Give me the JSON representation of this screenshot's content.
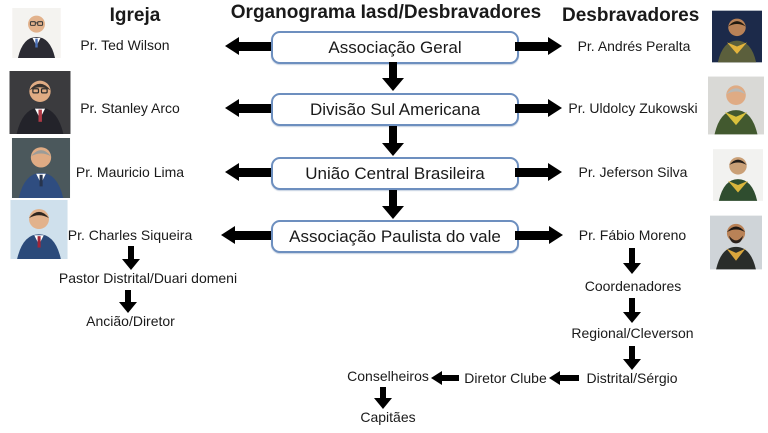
{
  "title": "Organograma Iasd/Desbravadores",
  "headers": {
    "left": "Igreja",
    "right": "Desbravadores"
  },
  "levels": [
    {
      "box": "Associação Geral",
      "left_name": "Pr. Ted Wilson",
      "right_name": "Pr. Andrés Peralta"
    },
    {
      "box": "Divisão Sul Americana",
      "left_name": "Pr. Stanley Arco",
      "right_name": "Pr. Uldolcy Zukowski"
    },
    {
      "box": "União Central Brasileira",
      "left_name": "Pr. Mauricio Lima",
      "right_name": "Pr. Jeferson Silva"
    },
    {
      "box": "Associação Paulista do vale",
      "left_name": "Pr. Charles Siqueira",
      "right_name": "Pr. Fábio Moreno"
    }
  ],
  "left_chain": {
    "node1": "Pastor Distrital/Duari domeni",
    "node2": "Ancião/Diretor"
  },
  "right_chain": {
    "node1": "Coordenadores",
    "node2": "Regional/Cleverson",
    "node3": "Distrital/Sérgio"
  },
  "bottom_chain": {
    "conselheiros": "Conselheiros",
    "diretor_clube": "Diretor Clube",
    "capitaes": "Capitães"
  },
  "colors": {
    "box_border": "#6d8fbf",
    "arrow": "#000000",
    "background": "#ffffff"
  }
}
